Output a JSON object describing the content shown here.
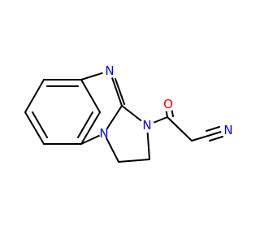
{
  "molecule": {
    "atoms": [
      {
        "id": "N_imine",
        "symbol": "N",
        "color": "#0000ff"
      },
      {
        "id": "N_ring_bottom",
        "symbol": "N",
        "color": "#0000ff"
      },
      {
        "id": "N_amide",
        "symbol": "N",
        "color": "#0000ff"
      },
      {
        "id": "O_carbonyl",
        "symbol": "O",
        "color": "#ff0000"
      },
      {
        "id": "N_nitrile",
        "symbol": "N",
        "color": "#0000ff"
      }
    ]
  }
}
